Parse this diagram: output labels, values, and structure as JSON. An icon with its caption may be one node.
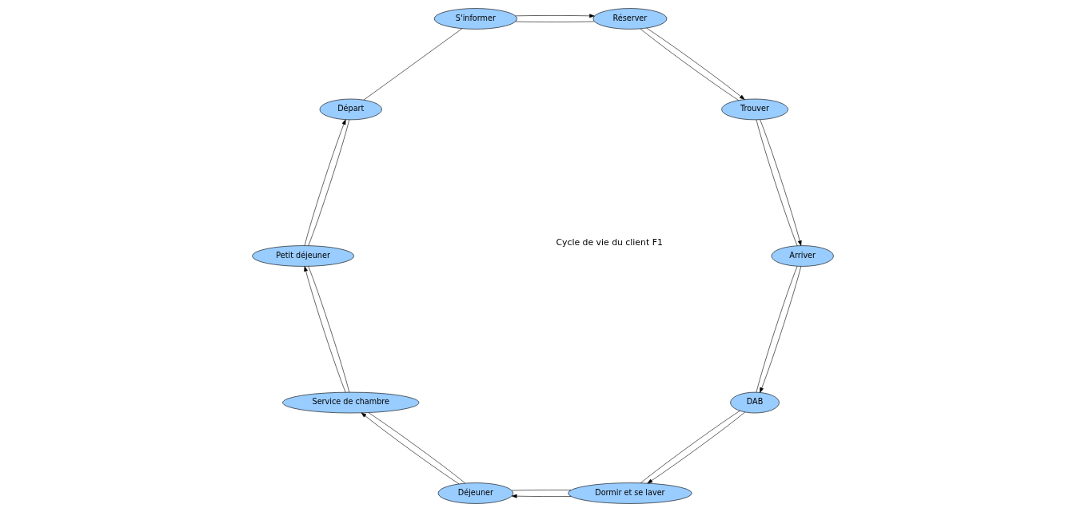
{
  "diagram": {
    "nodes": [
      {
        "text": [
          "DAB"
        ]
      },
      {
        "text": [
          "Dormir et se laver"
        ]
      },
      {
        "text": [
          "Arriver"
        ]
      },
      {
        "text": [
          "Déjeuner"
        ]
      },
      {
        "text": [
          "Trouver"
        ]
      },
      {
        "text": [
          "Service de chambre"
        ]
      },
      {
        "text": [
          "Réserver"
        ]
      },
      {
        "text": [
          "Petit déjeuner"
        ]
      },
      {
        "text": [
          "S'informer"
        ]
      },
      {
        "text": [
          "Départ"
        ]
      }
    ],
    "edges": [
      {
        "from": 2,
        "to": 0,
        "arrow": "to"
      },
      {
        "from": 0,
        "to": 1,
        "arrow": "to"
      },
      {
        "from": 1,
        "to": 3,
        "arrow": "to"
      },
      {
        "from": 3,
        "to": 5,
        "arrow": "to"
      },
      {
        "from": 5,
        "to": 7,
        "arrow": "to"
      },
      {
        "from": 7,
        "to": 9,
        "arrow": "to"
      },
      {
        "from": 8,
        "to": 6,
        "arrow": "to"
      },
      {
        "from": 6,
        "to": 4,
        "arrow": "to"
      },
      {
        "from": 4,
        "to": 2,
        "arrow": "to"
      },
      {
        "from": 0,
        "to": 1,
        "arrow": "none"
      },
      {
        "from": 1,
        "to": 3,
        "arrow": "none"
      },
      {
        "from": 3,
        "to": 5,
        "arrow": "none"
      },
      {
        "from": 5,
        "to": 7,
        "arrow": "none"
      },
      {
        "from": 7,
        "to": 9,
        "arrow": "none"
      },
      {
        "from": 9,
        "to": 8,
        "arrow": "none"
      },
      {
        "from": 8,
        "to": 6,
        "arrow": "none"
      },
      {
        "from": 6,
        "to": 4,
        "arrow": "none"
      },
      {
        "from": 4,
        "to": 2,
        "arrow": "none"
      },
      {
        "from": 2,
        "to": 0,
        "arrow": "none"
      }
    ],
    "labels": [
      "Cycle de vie du client F1"
    ]
  }
}
